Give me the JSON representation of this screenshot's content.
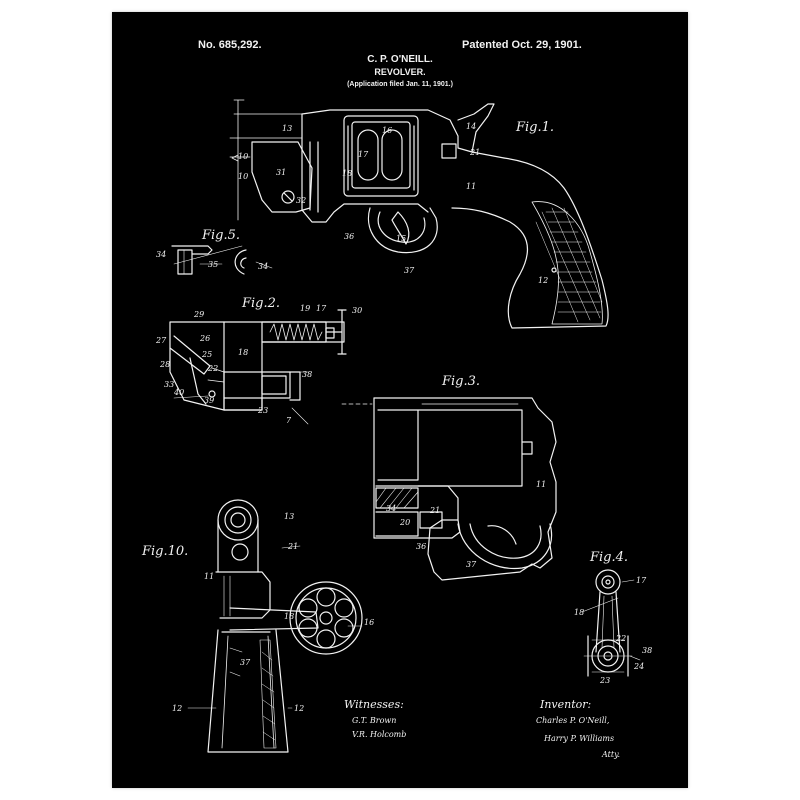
{
  "header": {
    "patent_no": "No. 685,292.",
    "patented": "Patented Oct. 29, 1901.",
    "inventor_name": "C. P. O'NEILL.",
    "title": "REVOLVER.",
    "application": "(Application filed Jan. 11, 1901.)"
  },
  "figures": {
    "fig1": "Fig.1.",
    "fig2": "Fig.2.",
    "fig3": "Fig.3.",
    "fig4": "Fig.4.",
    "fig5": "Fig.5.",
    "fig10": "Fig.10."
  },
  "numbers": {
    "fig1": [
      "13",
      "16",
      "14",
      "17",
      "21",
      "31",
      "18",
      "11",
      "32",
      "36",
      "15",
      "37",
      "12",
      "10",
      "10"
    ],
    "fig5": [
      "34",
      "35",
      "34"
    ],
    "fig2": [
      "29",
      "19",
      "17",
      "30",
      "27",
      "26",
      "18",
      "25",
      "28",
      "22",
      "38",
      "33",
      "40",
      "39",
      "23",
      "7"
    ],
    "fig3": [
      "11",
      "34",
      "21",
      "20",
      "36",
      "37"
    ],
    "fig10": [
      "13",
      "21",
      "11",
      "18",
      "16",
      "37",
      "12",
      "12"
    ],
    "fig4": [
      "17",
      "18",
      "22",
      "38",
      "24",
      "23"
    ]
  },
  "witnesses": {
    "label": "Witnesses:",
    "sig1": "G.T. Brown",
    "sig2": "V.R. Holcomb"
  },
  "inventor": {
    "label": "Inventor:",
    "sig1": "Charles P. O'Neill,",
    "sig2": "Harry P. Williams",
    "sig3": "Atty."
  },
  "colors": {
    "paper": "#000000",
    "ink": "#f2f2f2",
    "frame": "#ffffff"
  }
}
